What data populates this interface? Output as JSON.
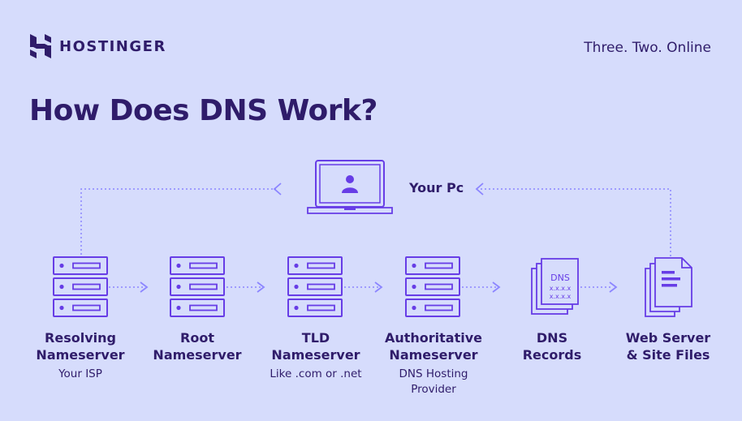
{
  "brand": {
    "name": "HOSTINGER",
    "tagline": "Three. Two. Online"
  },
  "title": "How Does DNS Work?",
  "pc": {
    "label": "Your Pc"
  },
  "nodes": [
    {
      "title_line1": "Resolving",
      "title_line2": "Nameserver",
      "sub_line1": "Your ISP",
      "sub_line2": ""
    },
    {
      "title_line1": "Root",
      "title_line2": "Nameserver",
      "sub_line1": "",
      "sub_line2": ""
    },
    {
      "title_line1": "TLD",
      "title_line2": "Nameserver",
      "sub_line1": "Like .com or .net",
      "sub_line2": ""
    },
    {
      "title_line1": "Authoritative",
      "title_line2": "Nameserver",
      "sub_line1": "DNS Hosting",
      "sub_line2": "Provider"
    },
    {
      "title_line1": "DNS",
      "title_line2": "Records",
      "sub_line1": "",
      "sub_line2": ""
    },
    {
      "title_line1": "Web Server",
      "title_line2": "& Site Files",
      "sub_line1": "",
      "sub_line2": ""
    }
  ],
  "dns_doc": {
    "heading": "DNS",
    "line1": "x.x.x.x",
    "line2": "x.x.x.x"
  },
  "colors": {
    "background": "#d6dcfc",
    "ink": "#2f1c6a",
    "accent": "#673de6",
    "line": "#8c85ff"
  }
}
